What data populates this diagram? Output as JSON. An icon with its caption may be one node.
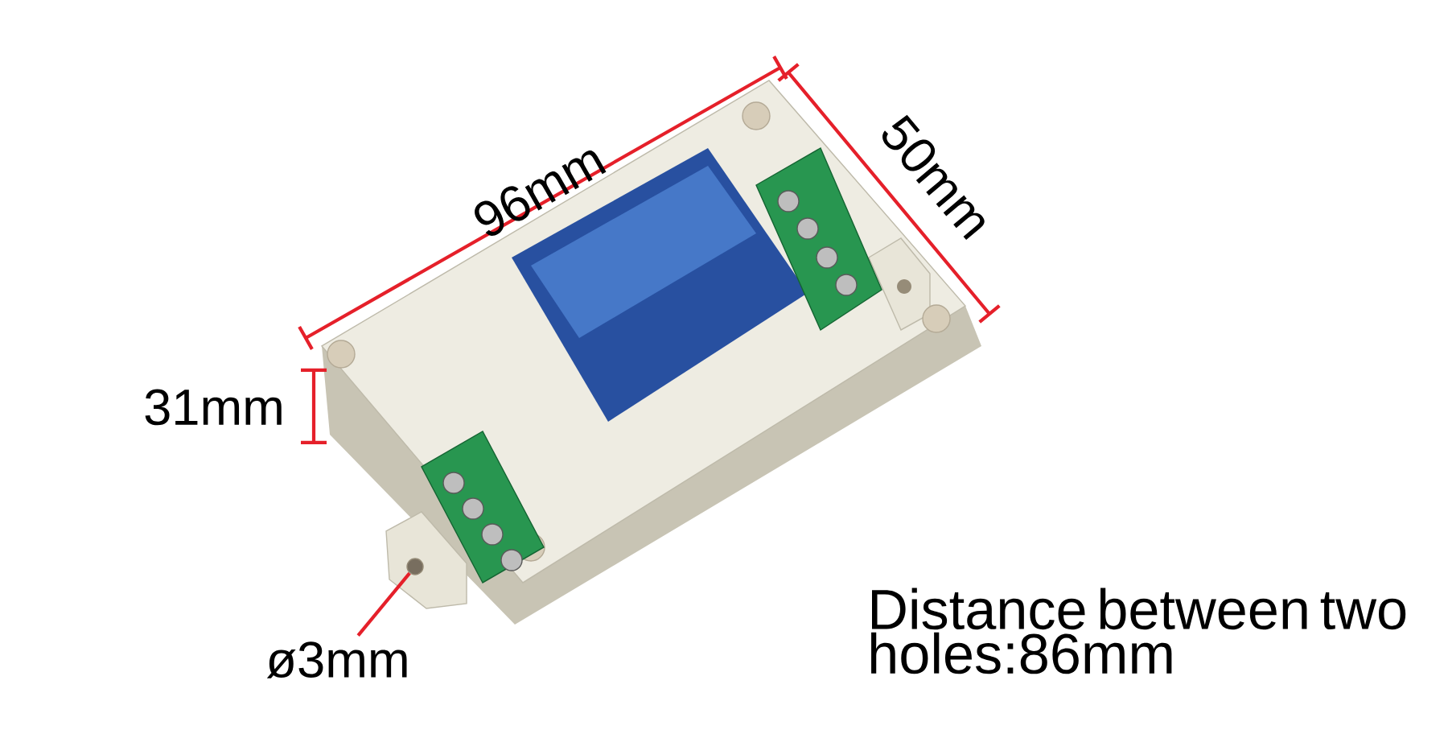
{
  "diagram": {
    "nodes": [
      {
        "text": [
          "ø3mm"
        ]
      },
      {
        "text": [],
        "shape": "circle"
      }
    ],
    "edges": [
      {
        "from": 0,
        "to": 1,
        "arrow": "none"
      }
    ],
    "labels": [
      "96mm",
      "50mm",
      "31mm",
      "Distance between two holes:86mm"
    ]
  }
}
